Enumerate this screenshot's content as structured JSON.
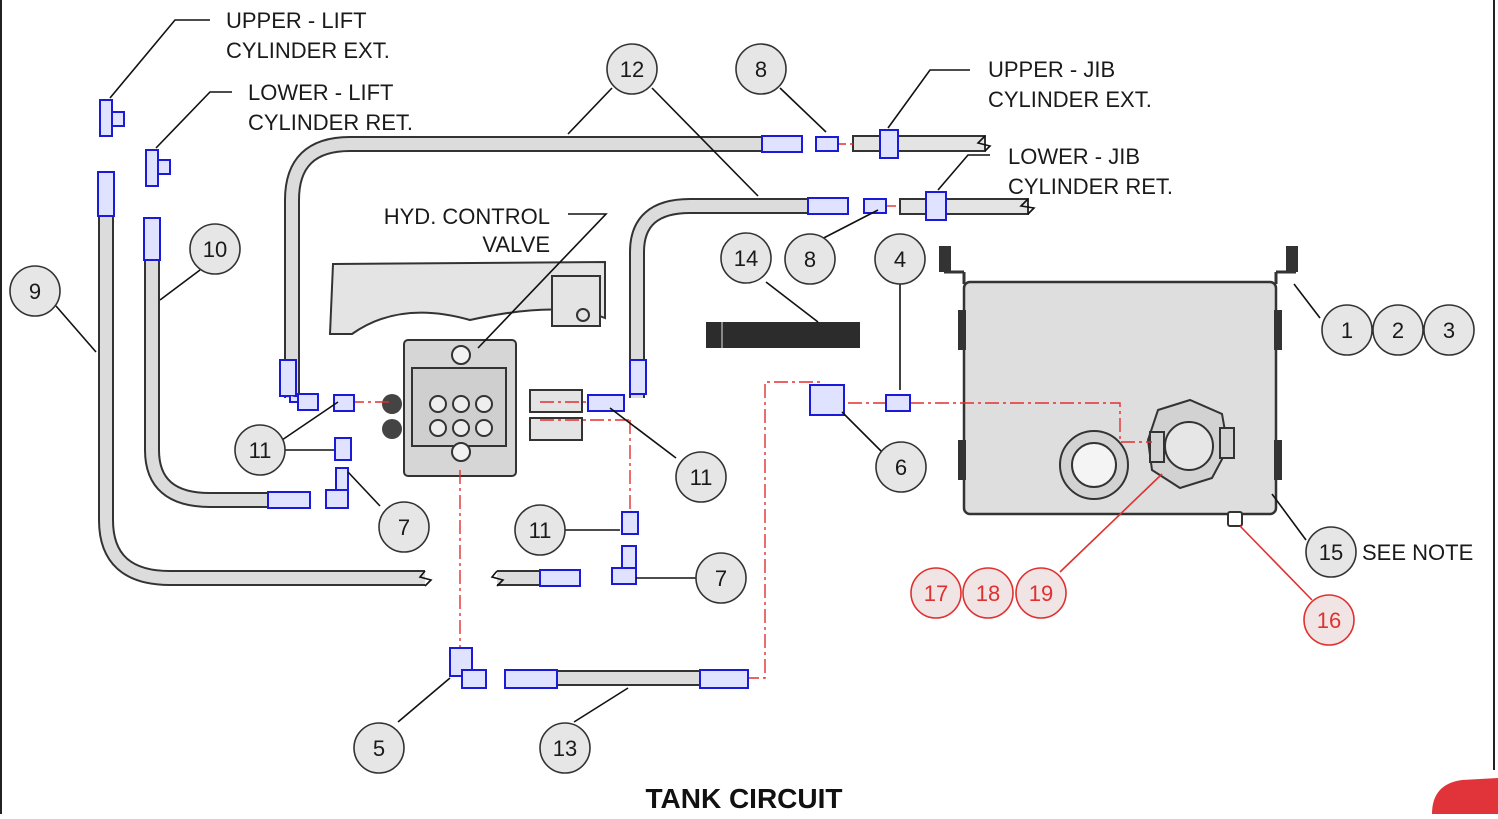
{
  "diagram": {
    "title": "TANK CIRCUIT",
    "labels": {
      "upper_lift": [
        "UPPER - LIFT",
        "CYLINDER EXT."
      ],
      "lower_lift": [
        "LOWER - LIFT",
        "CYLINDER RET."
      ],
      "upper_jib": [
        "UPPER - JIB",
        "CYLINDER EXT."
      ],
      "lower_jib": [
        "LOWER - JIB",
        "CYLINDER RET."
      ],
      "control_valve": [
        "HYD. CONTROL",
        "VALVE"
      ],
      "see_note": "SEE NOTE"
    },
    "balloons": [
      "12",
      "8",
      "10",
      "9",
      "14",
      "8",
      "4",
      "1",
      "2",
      "3",
      "11",
      "11",
      "7",
      "11",
      "6",
      "7",
      "15",
      "17",
      "18",
      "19",
      "16",
      "5",
      "13"
    ],
    "colors": {
      "fitting": "#1a1ad8",
      "callout_red": "#e03030",
      "line": "#333333"
    }
  }
}
